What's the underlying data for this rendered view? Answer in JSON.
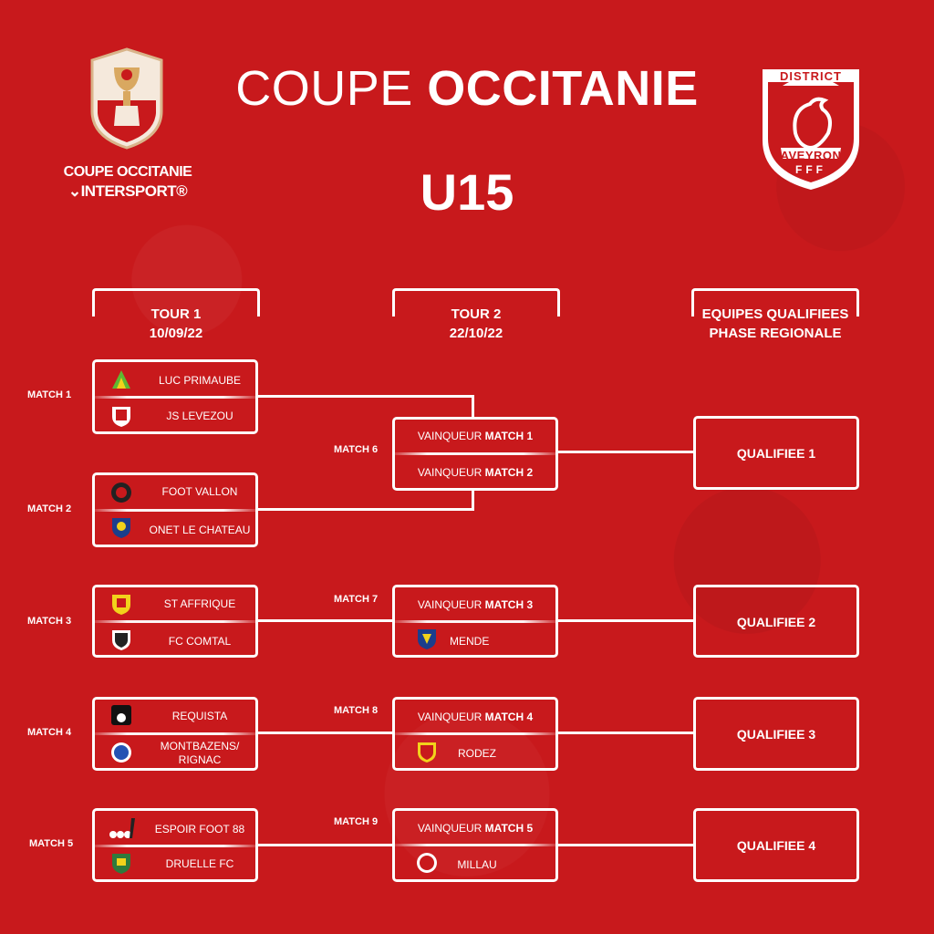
{
  "header": {
    "title_light": "COUPE ",
    "title_bold": "OCCITANIE",
    "subtitle": "U15",
    "left_logo_line1": "COUPE OCCITANIE",
    "left_logo_line2": "INTERSPORT",
    "right_logo_top": "DISTRICT",
    "right_logo_mid": "AVEYRON",
    "right_logo_bot": "FFF"
  },
  "columns": {
    "tour1_title": "TOUR 1",
    "tour1_date": "10/09/22",
    "tour2_title": "TOUR 2",
    "tour2_date": "22/10/22",
    "qualified_title": "EQUIPES QUALIFIEES",
    "qualified_sub": "PHASE REGIONALE"
  },
  "tour1": [
    {
      "label": "MATCH 1",
      "team1": "LUC PRIMAUBE",
      "team2": "JS LEVEZOU"
    },
    {
      "label": "MATCH 2",
      "team1": "FOOT VALLON",
      "team2": "ONET LE CHATEAU"
    },
    {
      "label": "MATCH 3",
      "team1": "ST AFFRIQUE",
      "team2": "FC COMTAL"
    },
    {
      "label": "MATCH 4",
      "team1": "REQUISTA",
      "team2": "MONTBAZENS/\nRIGNAC"
    },
    {
      "label": "MATCH 5",
      "team1": "ESPOIR FOOT 88",
      "team2": "DRUELLE FC"
    }
  ],
  "tour2": [
    {
      "label": "MATCH 6",
      "line1_prefix": "VAINQUEUR ",
      "line1_bold": "MATCH 1",
      "line2_prefix": "VAINQUEUR ",
      "line2_bold": "MATCH 2"
    },
    {
      "label": "MATCH 7",
      "line1_prefix": "VAINQUEUR ",
      "line1_bold": "MATCH 3",
      "team2": "MENDE"
    },
    {
      "label": "MATCH 8",
      "line1_prefix": "VAINQUEUR ",
      "line1_bold": "MATCH 4",
      "team2": "RODEZ"
    },
    {
      "label": "MATCH 9",
      "line1_prefix": "VAINQUEUR ",
      "line1_bold": "MATCH 5",
      "team2": "MILLAU"
    }
  ],
  "qualified": [
    "QUALIFIEE 1",
    "QUALIFIEE 2",
    "QUALIFIEE 3",
    "QUALIFIEE 4"
  ],
  "colors": {
    "background": "#c8191c",
    "lines": "#ffffff"
  }
}
